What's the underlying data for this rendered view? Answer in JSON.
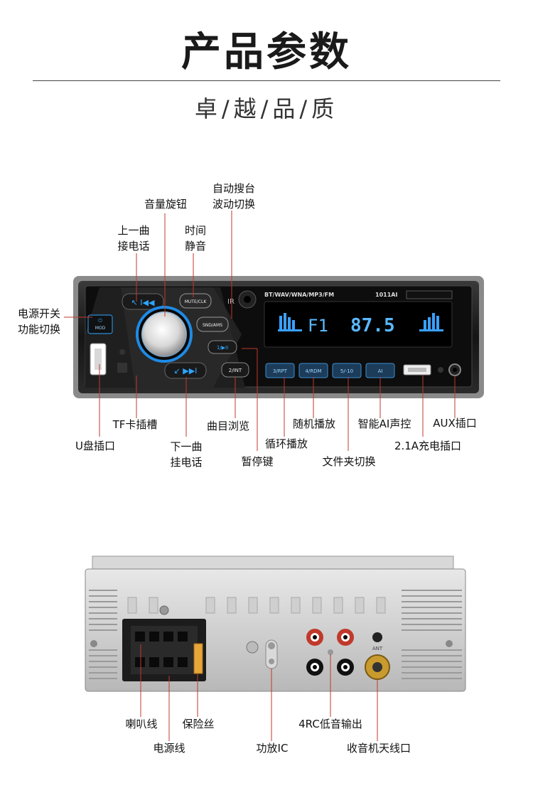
{
  "header": {
    "title": "产品参数",
    "subtitle": "卓/越/品/质"
  },
  "front_panel": {
    "brand_strip": "BT/WAV/WNA/MP3/FM",
    "model": "1011AI",
    "ir_mark": "IR",
    "display": {
      "band": "F1",
      "frequency": "87.5"
    },
    "buttons": {
      "mod": "MOD",
      "mute": "MUTE/CLK",
      "snd": "SND/AMS",
      "play": "1/▶II",
      "int": "2/INT",
      "rpt": "3/RPT",
      "rdm": "4/RDM",
      "folder": "5/-10",
      "ai": "AI"
    },
    "labels": {
      "power": [
        "电源开关",
        "功能切换"
      ],
      "volume": "音量旋钮",
      "prev": [
        "上一曲",
        "接电话"
      ],
      "clock": [
        "时间",
        "静音"
      ],
      "auto_scan": [
        "自动搜台",
        "波动切换"
      ],
      "tf_slot": "TF卡插槽",
      "usb": "U盘插口",
      "next": [
        "下一曲",
        "挂电话"
      ],
      "browse": "曲目浏览",
      "pause": "暂停键",
      "repeat": "循环播放",
      "random": "随机播放",
      "folder_switch": "文件夹切换",
      "ai_voice": "智能AI声控",
      "charge": "2.1A充电插口",
      "aux": "AUX插口"
    }
  },
  "rear_panel": {
    "antenna_mark": "ANT",
    "labels": {
      "speaker": "喇叭线",
      "power_wire": "电源线",
      "fuse": "保险丝",
      "amp_ic": "功放IC",
      "rca": "4RC低音输出",
      "antenna": "收音机天线口"
    }
  }
}
